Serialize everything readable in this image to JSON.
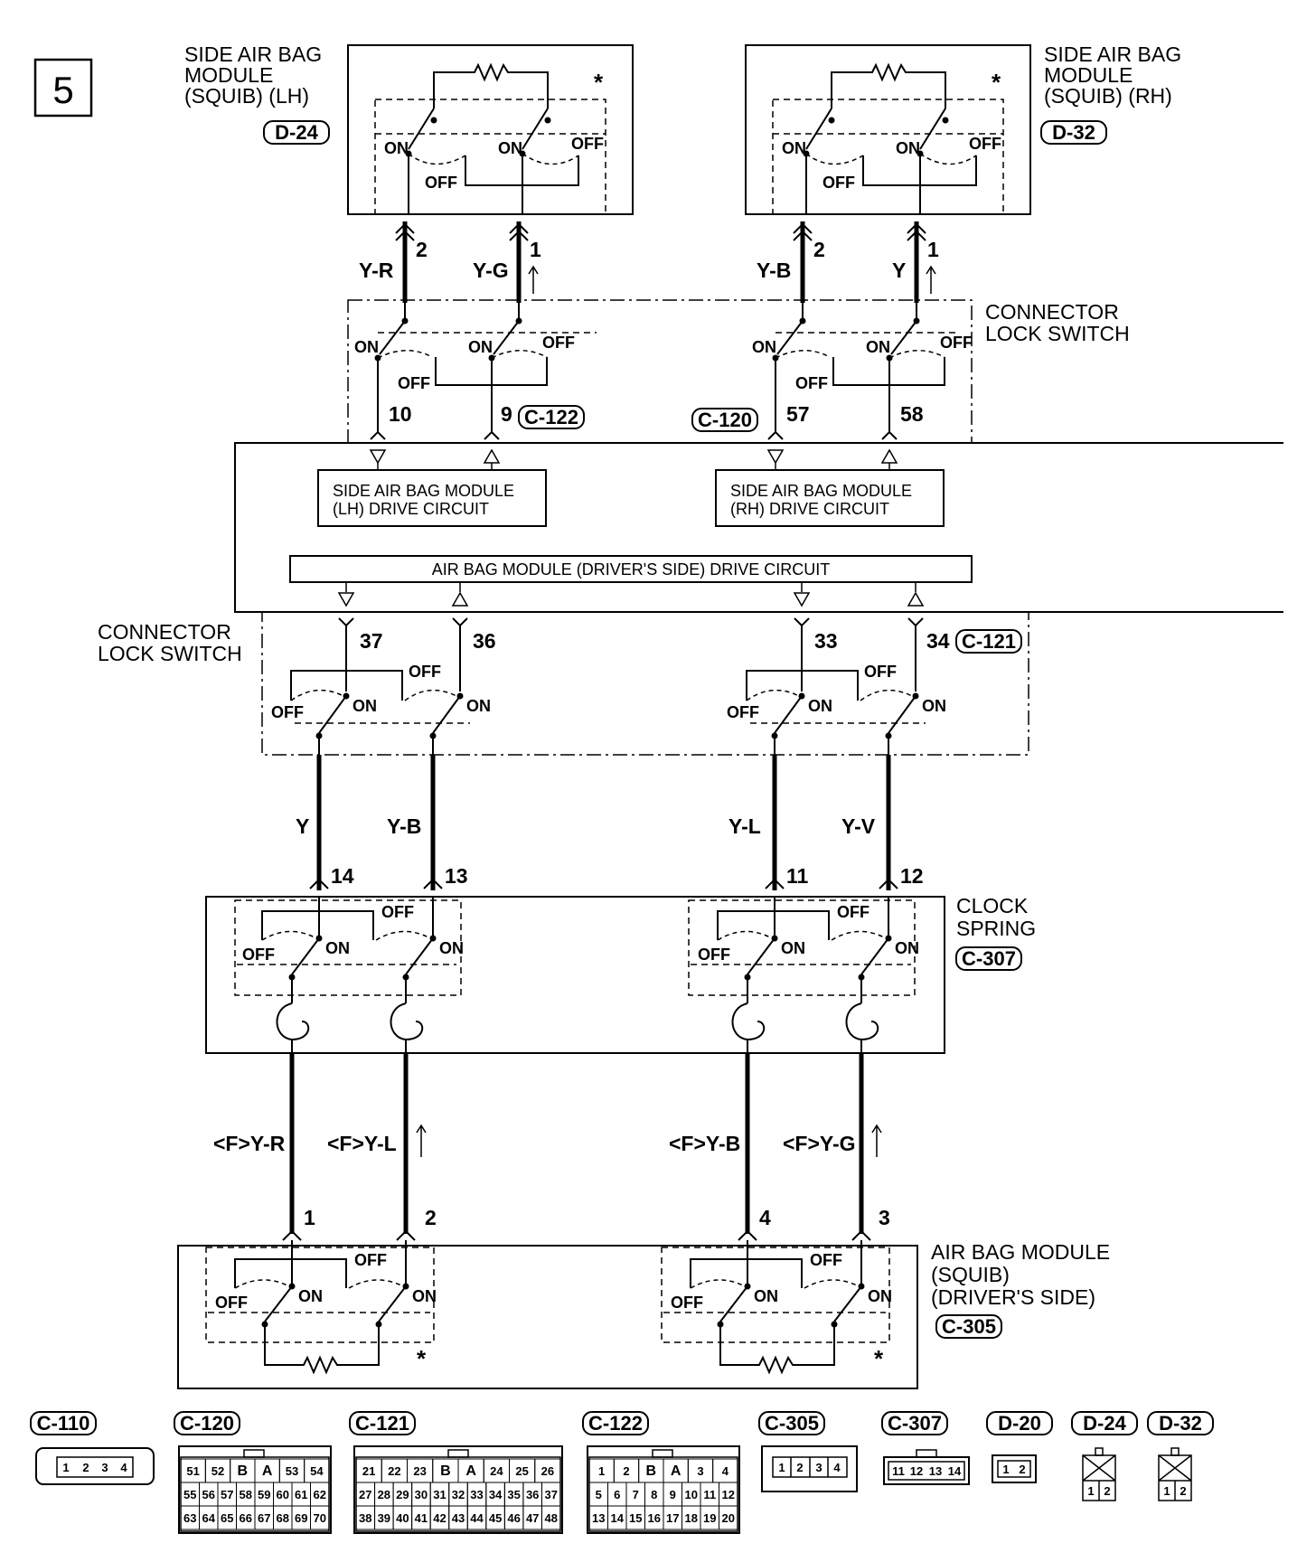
{
  "page_number": "5",
  "star": "*",
  "switch_labels": {
    "on": "ON",
    "off": "OFF"
  },
  "components": {
    "side_lh": {
      "line1": "SIDE AIR BAG",
      "line2": "MODULE",
      "line3": "(SQUIB) (LH)",
      "connector": "D-24"
    },
    "side_rh": {
      "line1": "SIDE AIR BAG",
      "line2": "MODULE",
      "line3": "(SQUIB) (RH)",
      "connector": "D-32"
    },
    "connector_lock_upper": {
      "line1": "CONNECTOR",
      "line2": "LOCK SWITCH"
    },
    "connector_lock_lower": {
      "line1": "CONNECTOR",
      "line2": "LOCK SWITCH"
    },
    "clock_spring": {
      "line1": "CLOCK",
      "line2": "SPRING",
      "connector": "C-307"
    },
    "driver_module": {
      "line1": "AIR BAG MODULE",
      "line2": "(SQUIB)",
      "line3": "(DRIVER'S SIDE)",
      "connector": "C-305"
    }
  },
  "circuits": {
    "lh_drive": {
      "line1": "SIDE AIR BAG MODULE",
      "line2": "(LH) DRIVE CIRCUIT"
    },
    "rh_drive": {
      "line1": "SIDE AIR BAG MODULE",
      "line2": "(RH) DRIVE CIRCUIT"
    },
    "driver_drive": "AIR BAG MODULE (DRIVER'S SIDE) DRIVE CIRCUIT"
  },
  "connector_tags": {
    "c122": "C-122",
    "c120": "C-120",
    "c121": "C-121"
  },
  "wires": {
    "top": [
      "Y-R",
      "Y-G",
      "Y-B",
      "Y"
    ],
    "middle": [
      "Y",
      "Y-B",
      "Y-L",
      "Y-V"
    ],
    "bottom": [
      "<F>Y-R",
      "<F>Y-L",
      "<F>Y-B",
      "<F>Y-G"
    ]
  },
  "pins": {
    "top_modules": [
      "2",
      "1",
      "2",
      "1"
    ],
    "upper_lock": [
      "10",
      "9",
      "57",
      "58"
    ],
    "lower_lock": [
      "37",
      "36",
      "33",
      "34"
    ],
    "clock_spring": [
      "14",
      "13",
      "11",
      "12"
    ],
    "driver_module": [
      "1",
      "2",
      "4",
      "3"
    ]
  },
  "connector_legend": [
    {
      "name": "C-110",
      "rows": [
        [
          "1",
          "2",
          "3",
          "4"
        ]
      ]
    },
    {
      "name": "C-120",
      "rows": [
        [
          "51",
          "52",
          "B",
          "A",
          "53",
          "54"
        ],
        [
          "55",
          "56",
          "57",
          "58",
          "59",
          "60",
          "61",
          "62"
        ],
        [
          "63",
          "64",
          "65",
          "66",
          "67",
          "68",
          "69",
          "70"
        ]
      ]
    },
    {
      "name": "C-121",
      "rows": [
        [
          "21",
          "22",
          "23",
          "B",
          "A",
          "24",
          "25",
          "26"
        ],
        [
          "27",
          "28",
          "29",
          "30",
          "31",
          "32",
          "33",
          "34",
          "35",
          "36",
          "37"
        ],
        [
          "38",
          "39",
          "40",
          "41",
          "42",
          "43",
          "44",
          "45",
          "46",
          "47",
          "48"
        ]
      ]
    },
    {
      "name": "C-122",
      "rows": [
        [
          "1",
          "2",
          "B",
          "A",
          "3",
          "4"
        ],
        [
          "5",
          "6",
          "7",
          "8",
          "9",
          "10",
          "11",
          "12"
        ],
        [
          "13",
          "14",
          "15",
          "16",
          "17",
          "18",
          "19",
          "20"
        ]
      ]
    },
    {
      "name": "C-305",
      "rows": [
        [
          "1",
          "2",
          "3",
          "4"
        ]
      ]
    },
    {
      "name": "C-307",
      "rows": [
        [
          "11",
          "12",
          "13",
          "14"
        ]
      ]
    },
    {
      "name": "D-20",
      "rows": [
        [
          "1",
          "2"
        ]
      ]
    },
    {
      "name": "D-24",
      "rows": [
        [
          "1",
          "2"
        ]
      ]
    },
    {
      "name": "D-32",
      "rows": [
        [
          "1",
          "2"
        ]
      ]
    }
  ]
}
